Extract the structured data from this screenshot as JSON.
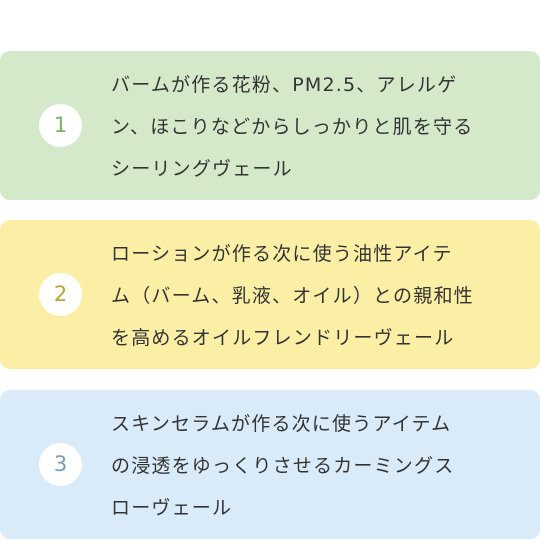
{
  "cards": [
    {
      "number": "1",
      "background": "#d4e9c9",
      "number_color": "#7bb06a",
      "lines": [
        "バームが作る花粉、PM2.5、アレルゲ",
        "ン、ほこりなどからしっかりと肌を守る",
        "シーリングヴェール"
      ]
    },
    {
      "number": "2",
      "background": "#fbefa6",
      "number_color": "#b8a43a",
      "lines": [
        "ローションが作る次に使う油性アイテ",
        "ム（バーム、乳液、オイル）との親和性",
        "を高めるオイルフレンドリーヴェール"
      ]
    },
    {
      "number": "3",
      "background": "#d9ebf8",
      "number_color": "#7a9cb4",
      "lines": [
        "スキンセラムが作る次に使うアイテム",
        "の浸透をゆっくりさせるカーミングス",
        "ローヴェール"
      ]
    }
  ]
}
